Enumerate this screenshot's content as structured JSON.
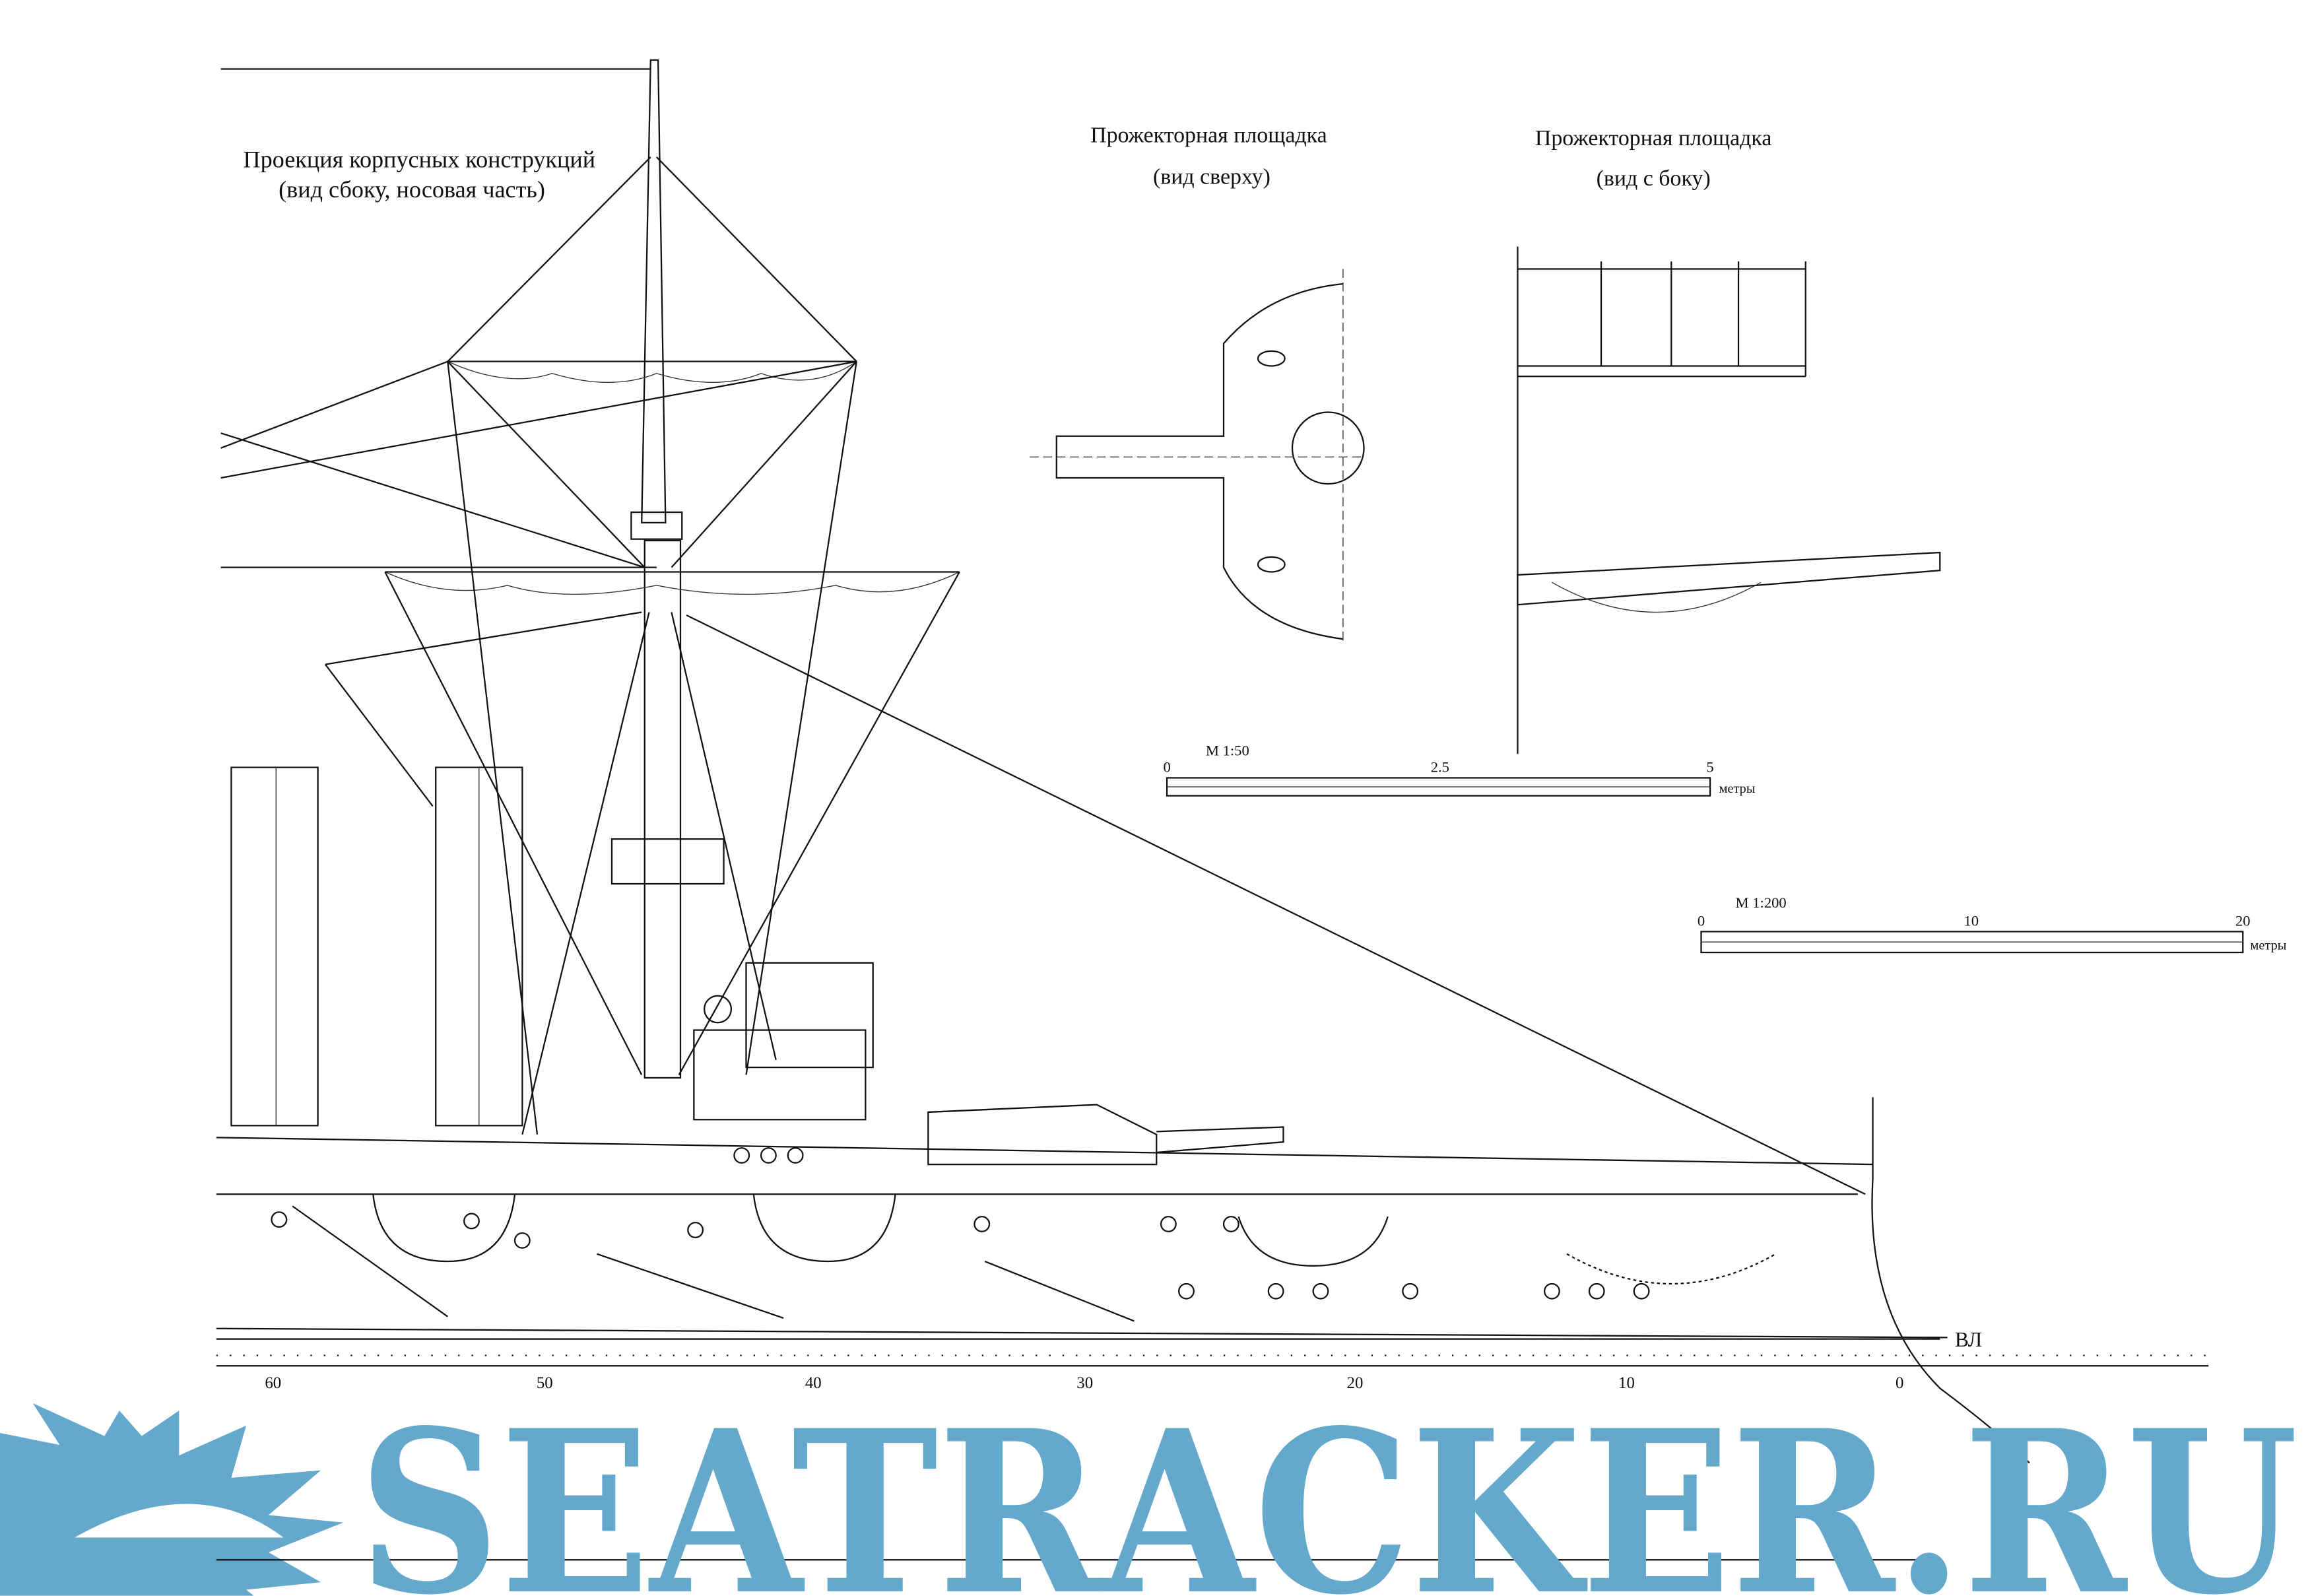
{
  "drawing": {
    "main_title_line1": "Проекция корпусных конструкций",
    "main_title_line2": "(вид сбоку, носовая часть)",
    "top_view_title": "Прожекторная площадка",
    "top_view_subtitle": "(вид сверху)",
    "side_view_title": "Прожекторная площадка",
    "side_view_subtitle": "(вид с боку)",
    "waterline_label": "ВЛ"
  },
  "scale_small": {
    "label": "М  1:50",
    "ticks": [
      "0",
      "2.5",
      "5"
    ],
    "unit": "метры"
  },
  "scale_large": {
    "label": "М  1:200",
    "ticks": [
      "0",
      "10",
      "20"
    ],
    "unit": "метры"
  },
  "frame_ruler": {
    "ticks": [
      "60",
      "50",
      "40",
      "30",
      "20",
      "10",
      "0"
    ]
  },
  "watermark": {
    "text": "SEATRACKER.RU",
    "color": "#64a8cc"
  }
}
